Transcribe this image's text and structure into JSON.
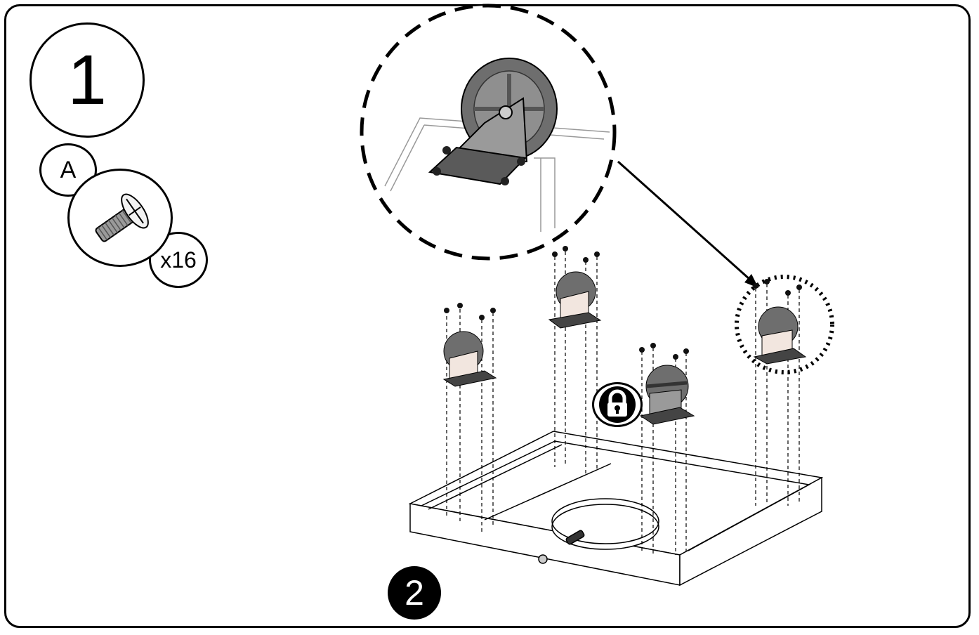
{
  "step": {
    "number": "1",
    "sub_step": "2"
  },
  "part": {
    "letter": "A",
    "quantity": "x16",
    "icon": "screw-icon"
  },
  "lock": {
    "icon": "padlock-icon"
  },
  "casters": {
    "count": 4,
    "locking_count": 1
  },
  "colors": {
    "stroke": "#000000",
    "metal": "#8a8a8a",
    "wheel": "#6e6e6e"
  }
}
